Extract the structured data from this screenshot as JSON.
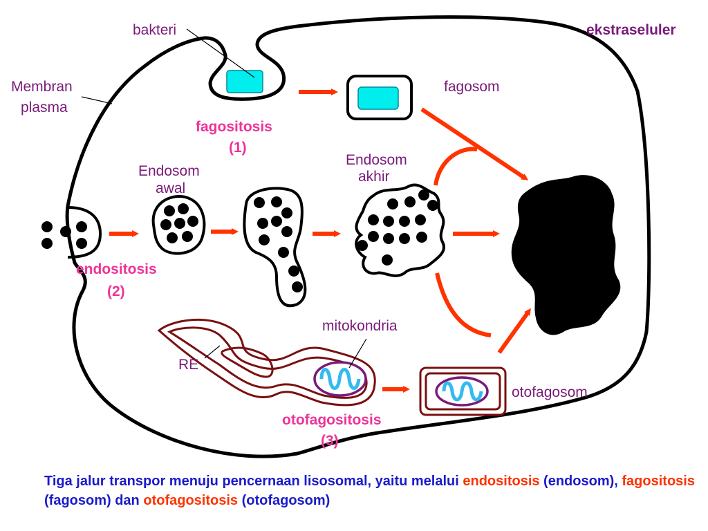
{
  "labels": {
    "extracellular": "ekstraseluler",
    "bacteria": "bakteri",
    "membrane_line1": "Membran",
    "membrane_line2": "plasma",
    "phagosome": "fagosom",
    "phagocytosis": "fagositosis",
    "phagocytosis_num": "(1)",
    "early_endosome_line1": "Endosom",
    "early_endosome_line2": "awal",
    "late_endosome_line1": "Endosom",
    "late_endosome_line2": "akhir",
    "endocytosis": "endositosis",
    "endocytosis_num": "(2)",
    "mitochondria": "mitokondria",
    "er": "RE",
    "autophagosome": "otofagosom",
    "autophagocytosis": "otofagositosis",
    "autophagocytosis_num": "(3)"
  },
  "caption": {
    "part1": "Tiga jalur transpor menuju pencernaan lisosomal, yaitu melalui ",
    "endocytosis": "endositosis",
    "part2": " (endosom), ",
    "phagocytosis": "fagositosis",
    "part3": " (fagosom) dan ",
    "autophagocytosis": "otofagositosis",
    "part4": " (otofagosom)"
  },
  "colors": {
    "label_purple": "#7a1a7a",
    "pathway_pink": "#ee3399",
    "arrow_red": "#ff3300",
    "caption_blue": "#1a1acc",
    "bacteria_cyan": "#00eeee",
    "er_brown": "#7a1010",
    "mito_purple": "#7a1a7a",
    "mito_blue": "#33bbee"
  }
}
